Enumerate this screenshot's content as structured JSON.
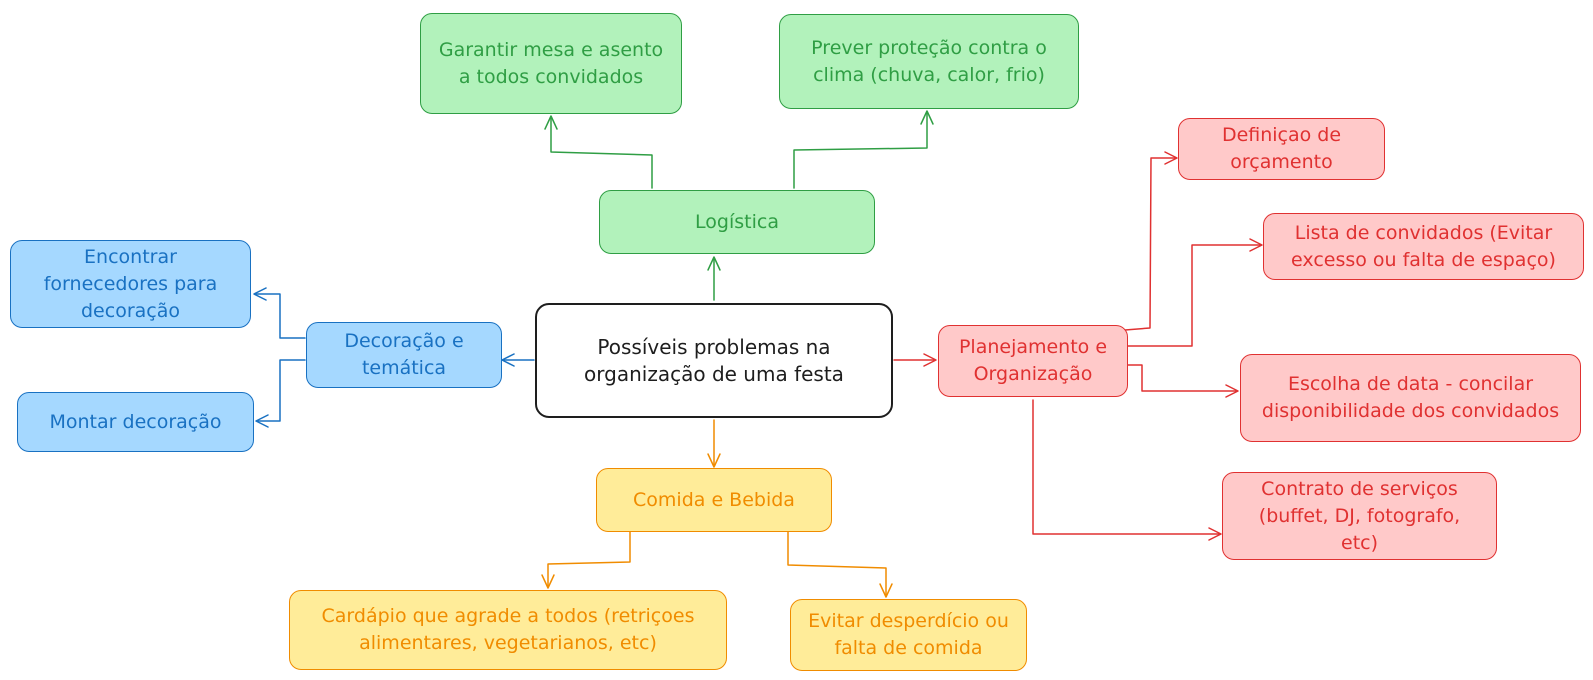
{
  "colors": {
    "green_fill": "#b2f2bb",
    "green_stroke": "#2f9e44",
    "blue_fill": "#a5d8ff",
    "blue_stroke": "#1971c2",
    "red_fill": "#ffc9c9",
    "red_stroke": "#e03131",
    "yellow_fill": "#ffec99",
    "yellow_stroke": "#f08c00",
    "center_stroke": "#1e1e1e"
  },
  "center": {
    "text": "Possíveis problemas na\norganização de uma festa"
  },
  "logistica": {
    "title": "Logística",
    "items": [
      "Garantir mesa e asento\na todos convidados",
      "Prever proteção contra o\nclima (chuva, calor, frio)"
    ]
  },
  "decoracao": {
    "title": "Decoração e\ntemática",
    "items": [
      "Encontrar\nfornecedores para\ndecoração",
      "Montar decoração"
    ]
  },
  "planejamento": {
    "title": "Planejamento e\nOrganização",
    "items": [
      "Definiçao de\norçamento",
      "Lista de convidados (Evitar\nexcesso ou falta de espaço)",
      "Escolha de data - concilar\ndisponibilidade dos convidados",
      "Contrato de serviços\n(buffet, DJ, fotografo,\netc)"
    ]
  },
  "comida": {
    "title": "Comida e Bebida",
    "items": [
      "Cardápio que agrade a todos (retriçoes\nalimentares, vegetarianos, etc)",
      "Evitar desperdício ou\nfalta de comida"
    ]
  }
}
